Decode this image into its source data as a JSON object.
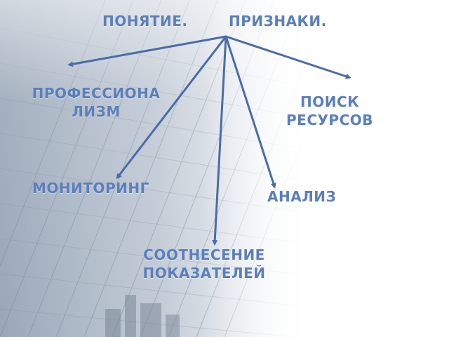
{
  "colors": {
    "text": "#5b7fba",
    "arrow": "#4a6ca8",
    "background": "#ffffff"
  },
  "title": {
    "left": "ПОНЯТИЕ.",
    "right": "ПРИЗНАКИ."
  },
  "nodes": {
    "professionalism": {
      "line1": "ПРОФЕССИОНА",
      "line2": "ЛИЗМ"
    },
    "resource_search": {
      "line1": "ПОИСК",
      "line2": "РЕСУРСОВ"
    },
    "monitoring": {
      "text": "МОНИТОРИНГ"
    },
    "analysis": {
      "text": "АНАЛИЗ"
    },
    "correlation": {
      "line1": "СООТНЕСЕНИЕ",
      "line2": "ПОКАЗАТЕЛЕЙ"
    }
  },
  "background_image": "glass-skyscraper-photo"
}
